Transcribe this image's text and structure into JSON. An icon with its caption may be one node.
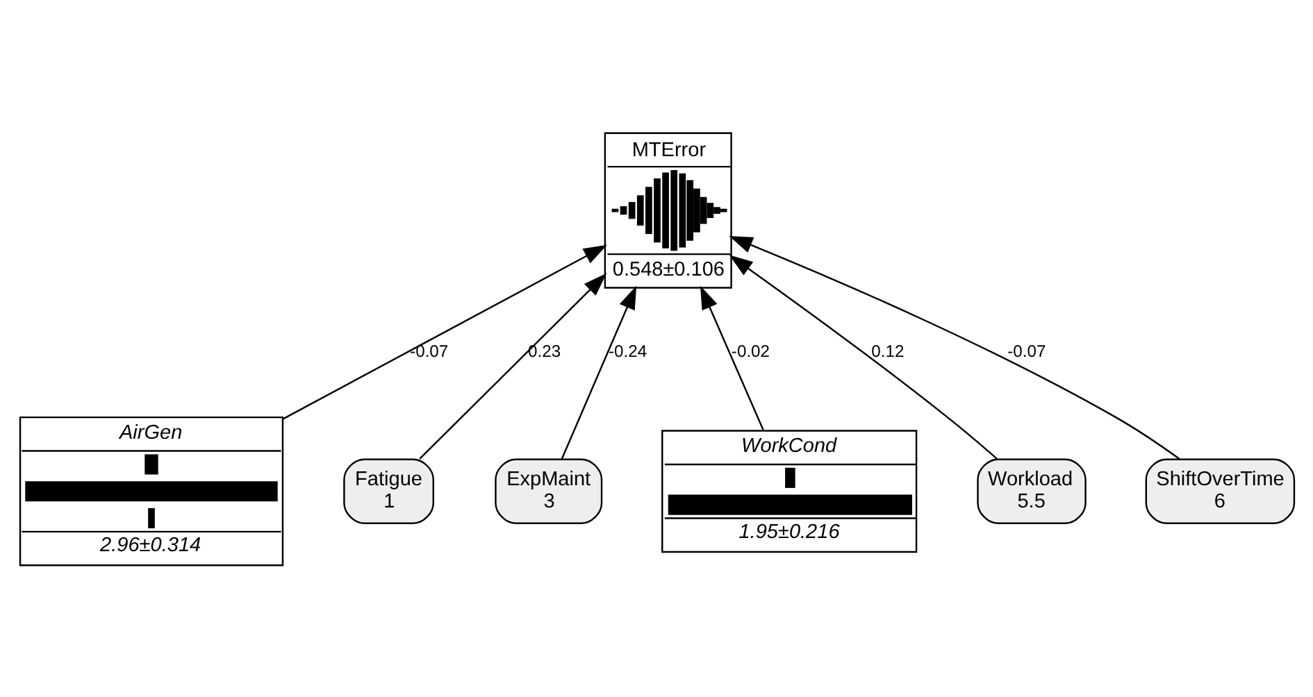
{
  "diagram": {
    "nodes": [
      {
        "text": [
          "MTError",
          "0.548±0.106"
        ]
      },
      {
        "text": [
          "AirGen",
          "2.96±0.314"
        ]
      },
      {
        "text": [
          "Fatigue",
          "1"
        ]
      },
      {
        "text": [
          "ExpMaint",
          "3"
        ]
      },
      {
        "text": [
          "WorkCond",
          "1.95±0.216"
        ]
      },
      {
        "text": [
          "Workload",
          "5.5"
        ]
      },
      {
        "text": [
          "ShiftOverTime",
          "6"
        ]
      }
    ],
    "edges": [
      {
        "from": 2,
        "to": 0,
        "arrow": "to",
        "label": "0.23"
      },
      {
        "from": 3,
        "to": 0,
        "arrow": "to",
        "label": "-0.24"
      },
      {
        "from": 5,
        "to": 0,
        "arrow": "to",
        "label": "0.12"
      },
      {
        "from": 6,
        "to": 0,
        "arrow": "to",
        "label": "-0.07"
      },
      {
        "from": 4,
        "to": 0,
        "arrow": "to",
        "label": "-0.02"
      },
      {
        "from": 1,
        "to": 0,
        "arrow": "to",
        "label": "-0.07"
      }
    ]
  }
}
